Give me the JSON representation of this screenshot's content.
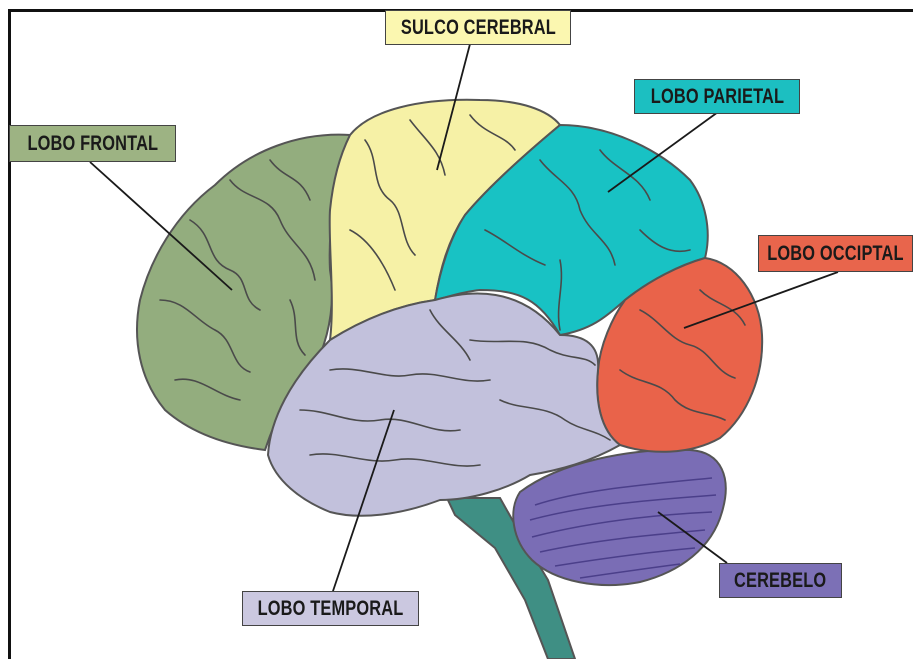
{
  "labels": {
    "sulco_cerebral": "SULCO CEREBRAL",
    "lobo_frontal": "LOBO FRONTAL",
    "lobo_parietal": "LOBO PARIETAL",
    "lobo_occiptal": "LOBO OCCIPTAL",
    "lobo_temporal": "LOBO TEMPORAL",
    "cerebelo": "CEREBELO"
  },
  "colors": {
    "frontal": "#93ad7e",
    "sulco": "#f6f1a6",
    "parietal": "#18c2c4",
    "occipital": "#e9634a",
    "temporal": "#c2c1dc",
    "cerebelo": "#7a6db5",
    "brainstem": "#3f8f84",
    "outline": "#555555",
    "label_frontal_bg": "#9db383",
    "label_sulco_bg": "#fbf7b0",
    "label_parietal_bg": "#1cbfc1",
    "label_occipital_bg": "#e8654c",
    "label_temporal_bg": "#cbc8e0",
    "label_cerebelo_bg": "#7c70b6"
  }
}
